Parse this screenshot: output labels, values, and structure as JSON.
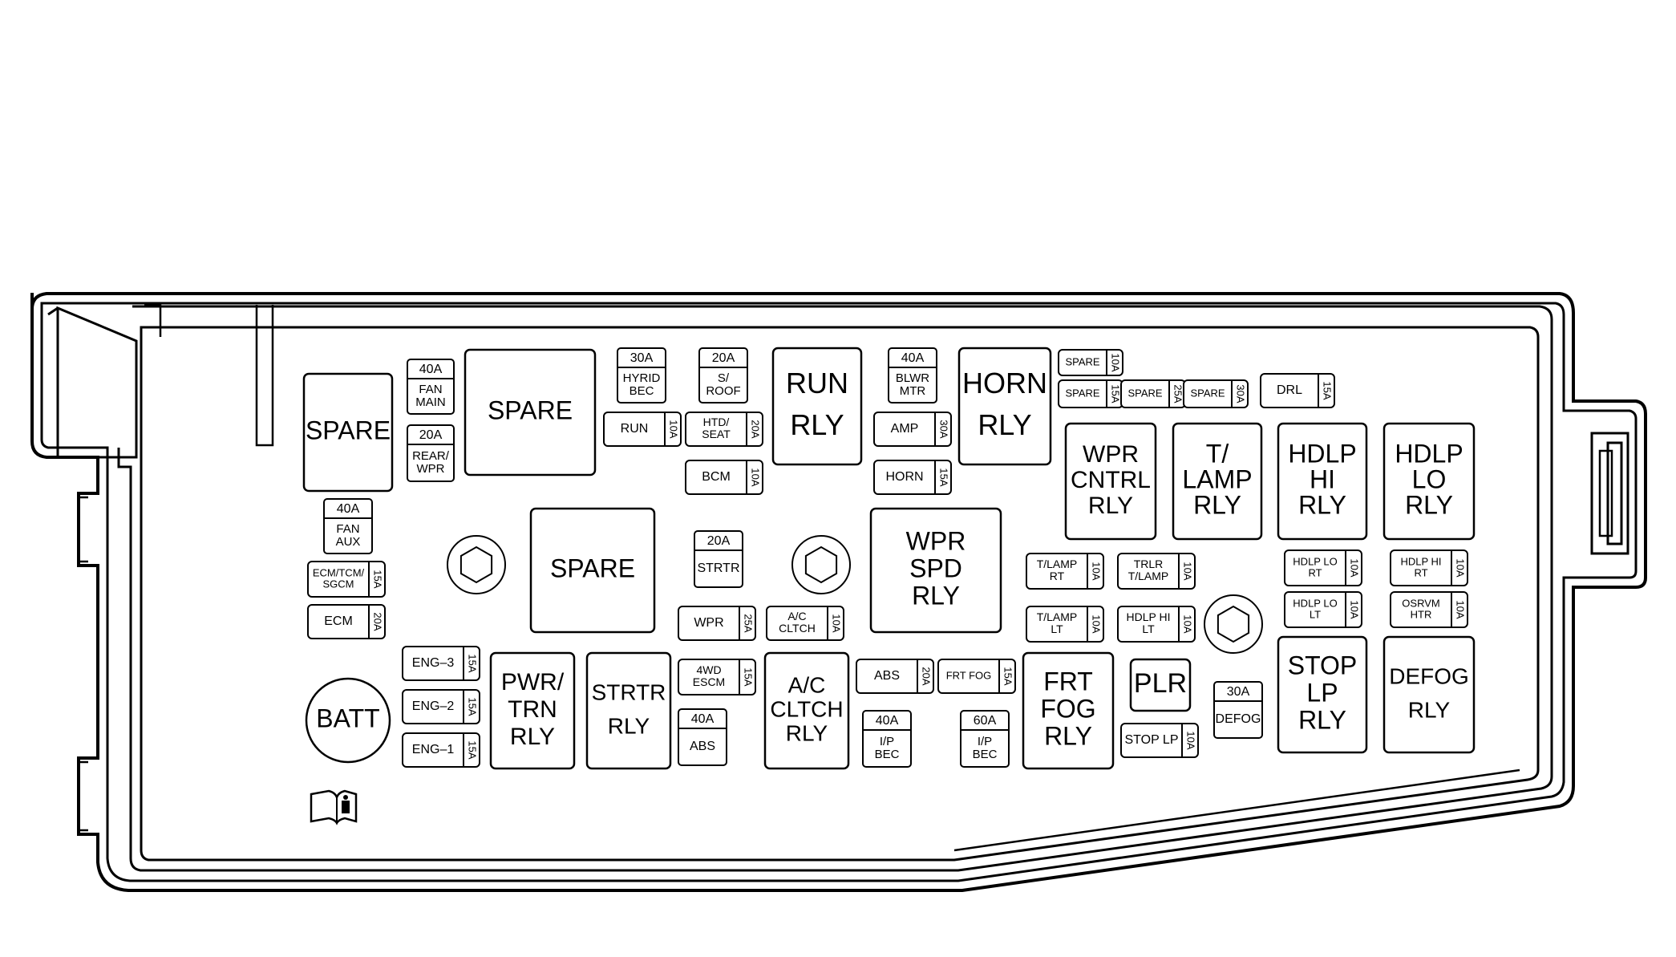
{
  "diagram": {
    "relays": {
      "run": [
        "RUN",
        "RLY"
      ],
      "horn": [
        "HORN",
        "RLY"
      ],
      "wpr_cntrl": [
        "WPR",
        "CNTRL",
        "RLY"
      ],
      "t_lamp": [
        "T/",
        "LAMP",
        "RLY"
      ],
      "hdlp_hi": [
        "HDLP",
        "HI",
        "RLY"
      ],
      "hdlp_lo": [
        "HDLP",
        "LO",
        "RLY"
      ],
      "wpr_spd": [
        "WPR",
        "SPD",
        "RLY"
      ],
      "pwr_trn": [
        "PWR/",
        "TRN",
        "RLY"
      ],
      "strtr": [
        "STRTR",
        "RLY"
      ],
      "ac_cltch": [
        "A/C",
        "CLTCH",
        "RLY"
      ],
      "frt_fog": [
        "FRT",
        "FOG",
        "RLY"
      ],
      "plr": [
        "PLR"
      ],
      "stop_lp": [
        "STOP",
        "LP",
        "RLY"
      ],
      "defog": [
        "DEFOG",
        "RLY"
      ]
    },
    "spares": {
      "large_left": "SPARE",
      "large_top": "SPARE",
      "large_mid": "SPARE"
    },
    "cartridge_fuses": {
      "fan_main": {
        "rating": "40A",
        "label": [
          "FAN",
          "MAIN"
        ]
      },
      "rear_wpr": {
        "rating": "20A",
        "label": [
          "REAR/",
          "WPR"
        ]
      },
      "hybrid_bec": {
        "rating": "30A",
        "label": [
          "HYRID",
          "BEC"
        ]
      },
      "s_roof": {
        "rating": "20A",
        "label": [
          "S/",
          "ROOF"
        ]
      },
      "blwr_mtr": {
        "rating": "40A",
        "label": [
          "BLWR",
          "MTR"
        ]
      },
      "fan_aux": {
        "rating": "40A",
        "label": [
          "FAN",
          "AUX"
        ]
      },
      "strtr_fuse": {
        "rating": "20A",
        "label": [
          "STRTR"
        ]
      },
      "abs_big": {
        "rating": "40A",
        "label": [
          "ABS"
        ]
      },
      "ip_bec_40": {
        "rating": "40A",
        "label": [
          "I/P",
          "BEC"
        ]
      },
      "ip_bec_60": {
        "rating": "60A",
        "label": [
          "I/P",
          "BEC"
        ]
      },
      "defog_fuse": {
        "rating": "30A",
        "label": [
          "DEFOG"
        ]
      }
    },
    "mini_fuses": {
      "run": {
        "label": [
          "RUN"
        ],
        "rating": "10A"
      },
      "htd_seat": {
        "label": [
          "HTD/",
          "SEAT"
        ],
        "rating": "20A"
      },
      "bcm": {
        "label": [
          "BCM"
        ],
        "rating": "10A"
      },
      "amp": {
        "label": [
          "AMP"
        ],
        "rating": "30A"
      },
      "horn": {
        "label": [
          "HORN"
        ],
        "rating": "15A"
      },
      "spare_10": {
        "label": [
          "SPARE"
        ],
        "rating": "10A"
      },
      "spare_15": {
        "label": [
          "SPARE"
        ],
        "rating": "15A"
      },
      "spare_25": {
        "label": [
          "SPARE"
        ],
        "rating": "25A"
      },
      "spare_30": {
        "label": [
          "SPARE"
        ],
        "rating": "30A"
      },
      "drl": {
        "label": [
          "DRL"
        ],
        "rating": "15A"
      },
      "ecm_tcm": {
        "label": [
          "ECM/TCM/",
          "SGCM"
        ],
        "rating": "15A"
      },
      "ecm": {
        "label": [
          "ECM"
        ],
        "rating": "20A"
      },
      "wpr": {
        "label": [
          "WPR"
        ],
        "rating": "25A"
      },
      "ac_cltch": {
        "label": [
          "A/C",
          "CLTCH"
        ],
        "rating": "10A"
      },
      "t_lamp_rt": {
        "label": [
          "T/LAMP",
          "RT"
        ],
        "rating": "10A"
      },
      "trlr_t_lamp": {
        "label": [
          "TRLR",
          "T/LAMP"
        ],
        "rating": "10A"
      },
      "t_lamp_lt": {
        "label": [
          "T/LAMP",
          "LT"
        ],
        "rating": "10A"
      },
      "hdlp_hi_lt": {
        "label": [
          "HDLP HI",
          "LT"
        ],
        "rating": "10A"
      },
      "hdlp_lo_rt": {
        "label": [
          "HDLP LO",
          "RT"
        ],
        "rating": "10A"
      },
      "hdlp_hi_rt": {
        "label": [
          "HDLP HI",
          "RT"
        ],
        "rating": "10A"
      },
      "hdlp_lo_lt": {
        "label": [
          "HDLP LO",
          "LT"
        ],
        "rating": "10A"
      },
      "osrvm_htr": {
        "label": [
          "OSRVM",
          "HTR"
        ],
        "rating": "10A"
      },
      "eng_3": {
        "label": [
          "ENG–3"
        ],
        "rating": "15A"
      },
      "eng_2": {
        "label": [
          "ENG–2"
        ],
        "rating": "15A"
      },
      "eng_1": {
        "label": [
          "ENG–1"
        ],
        "rating": "15A"
      },
      "wd_escm": {
        "label": [
          "4WD",
          "ESCM"
        ],
        "rating": "15A"
      },
      "abs": {
        "label": [
          "ABS"
        ],
        "rating": "20A"
      },
      "frt_fog": {
        "label": [
          "FRT FOG"
        ],
        "rating": "15A"
      },
      "stop_lp": {
        "label": [
          "STOP LP"
        ],
        "rating": "10A"
      }
    },
    "batt": "BATT",
    "icons": [
      "owner-manual-icon",
      "mounting-bolt-icon"
    ]
  }
}
